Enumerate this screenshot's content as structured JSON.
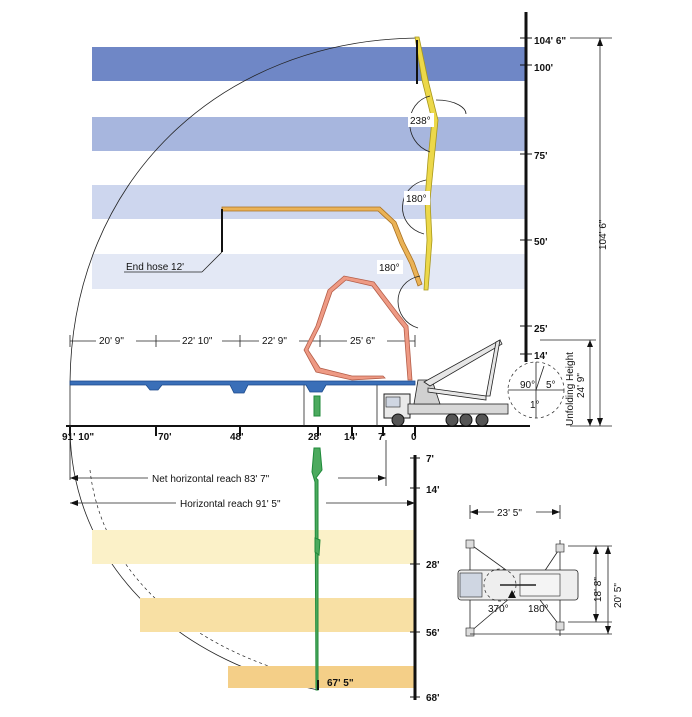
{
  "colors": {
    "band_blue_dark": "#6f87c6",
    "band_blue_mid": "#a7b6de",
    "band_blue_light": "#cdd6ee",
    "band_blue_pale": "#e3e8f5",
    "band_yellow_light": "#fbf1c8",
    "band_yellow_mid": "#f8e0a4",
    "band_yellow_dark": "#f4cf88",
    "boom_yellow": "#ecd84a",
    "boom_orange": "#eab256",
    "boom_salmon": "#ee9a84",
    "boom_blue": "#3a6fb8",
    "boom_green": "#1f8a3a"
  },
  "height_scale": {
    "top": "104' 6\"",
    "h100": "100'",
    "h75": "75'",
    "h50": "50'",
    "h25": "25'",
    "h14": "14'",
    "total": "104' 6\""
  },
  "unfolding": {
    "label": "Unfolding Height",
    "value": "24' 9\""
  },
  "angles": {
    "a238": "238°",
    "a180_upper": "180°",
    "a180_lower": "180°",
    "a90": "90°",
    "a5": "5°",
    "a1": "1°"
  },
  "end_hose": "End hose 12'",
  "section_lengths": [
    "20' 9\"",
    "22' 10\"",
    "22' 9\"",
    "25' 6\""
  ],
  "horizontal_scale": [
    "91' 10\"",
    "70'",
    "48'",
    "28'",
    "14'",
    "7'",
    "0"
  ],
  "depth_scale": [
    "7'",
    "14'",
    "28'",
    "56'",
    "68'"
  ],
  "reach": {
    "net": "Net horizontal reach 83' 7\"",
    "total": "Horizontal reach 91' 5\""
  },
  "depth_max": "67' 5\"",
  "outriggers": {
    "width_front": "23' 5\"",
    "span_rear": "18' 8\"",
    "span_total": "20' 5\"",
    "slew": "370°",
    "slew_small": "180°"
  }
}
